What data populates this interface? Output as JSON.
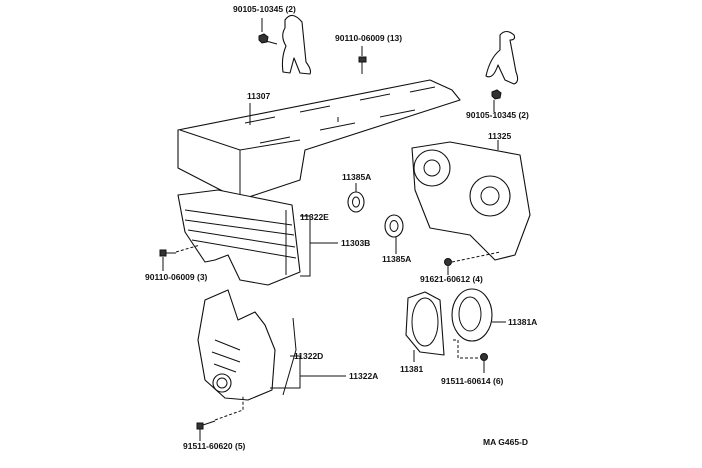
{
  "diagram": {
    "labels": {
      "bolt_top_left": "90105-10345 (2)",
      "bolt_top_center": "90110-06009 (13)",
      "cover_top": "11307",
      "bolt_top_right": "90105-10345 (2)",
      "rear_plate": "11325",
      "seal_upper": "11385A",
      "gasket_e": "11322E",
      "cover_no2": "11303B",
      "seal_lower": "11385A",
      "bolt_left": "90110-06009 (3)",
      "nut_right": "91621-60612 (4)",
      "oil_seal": "11381A",
      "gasket_d": "11322D",
      "cover_no1": "11322A",
      "retainer": "11381",
      "bolt_retainer": "91511-60614 (6)",
      "bolt_bottom": "91511-60620 (5)",
      "drawing_code": "MA  G465-D"
    }
  }
}
